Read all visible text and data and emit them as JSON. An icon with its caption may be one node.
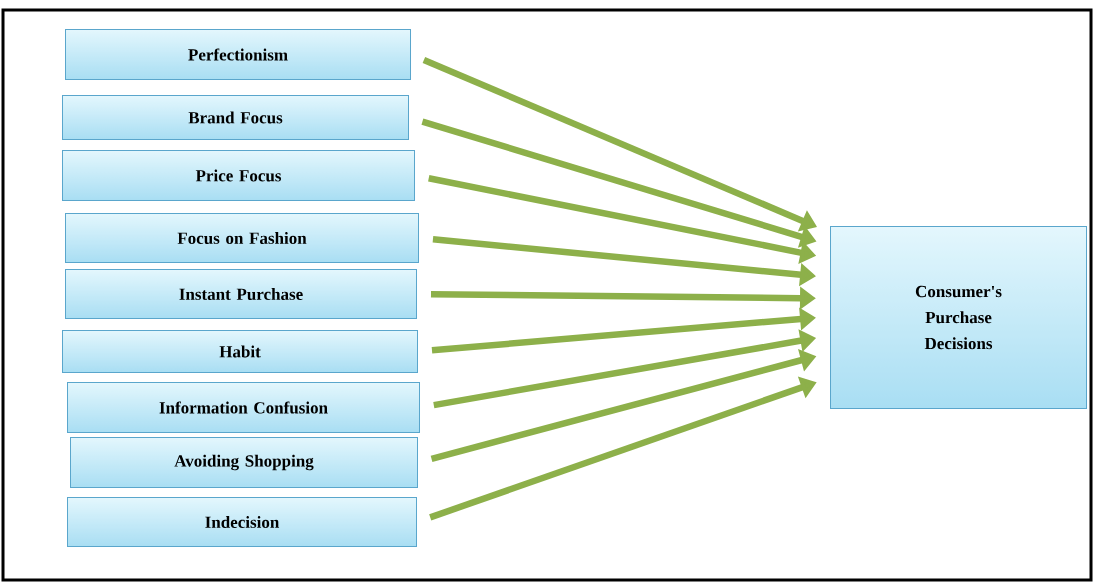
{
  "diagram": {
    "nodes": [
      {
        "text": [
          "Perfectionism"
        ]
      },
      {
        "text": [
          "Brand Focus"
        ]
      },
      {
        "text": [
          "Price Focus"
        ]
      },
      {
        "text": [
          "Focus on Fashion"
        ]
      },
      {
        "text": [
          "Instant Purchase"
        ]
      },
      {
        "text": [
          "Habit"
        ]
      },
      {
        "text": [
          "Information Confusion"
        ]
      },
      {
        "text": [
          "Avoiding Shopping"
        ]
      },
      {
        "text": [
          "Indecision"
        ]
      },
      {
        "text": [
          "Consumer's Purchase Decisions"
        ]
      }
    ],
    "edges": [
      {
        "from": 0,
        "to": 9,
        "arrow": "to"
      },
      {
        "from": 1,
        "to": 9,
        "arrow": "to"
      },
      {
        "from": 2,
        "to": 9,
        "arrow": "to"
      },
      {
        "from": 3,
        "to": 9,
        "arrow": "to"
      },
      {
        "from": 4,
        "to": 9,
        "arrow": "to"
      },
      {
        "from": 5,
        "to": 9,
        "arrow": "to"
      },
      {
        "from": 6,
        "to": 9,
        "arrow": "to"
      },
      {
        "from": 7,
        "to": 9,
        "arrow": "to"
      },
      {
        "from": 8,
        "to": 9,
        "arrow": "to"
      }
    ]
  }
}
